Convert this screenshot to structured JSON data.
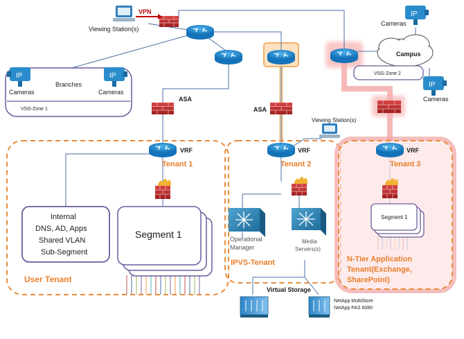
{
  "labels": {
    "vpn": "VPN",
    "viewing_station_top": "Viewing Station(s)",
    "viewing_station_mid": "Viewing Station(s)",
    "branches": "Branches",
    "cameras_left_1": "Cameras",
    "cameras_left_2": "Cameras",
    "cameras_top_right": "Cameras",
    "cameras_right": "Cameras",
    "vsg_zone_1": "VSG-Zone 1",
    "vsg_zone_2": "VSG-Zone 2",
    "campus": "Campus",
    "asa_left": "ASA",
    "asa_mid": "ASA",
    "vrf_1": "VRF",
    "vrf_2": "VRF",
    "vrf_3": "VRF",
    "tenant_1": "Tenant 1",
    "tenant_2": "Tenant 2",
    "tenant_3": "Tenant 3",
    "internal_box": [
      "Internal",
      "DNS, AD, Apps",
      "Shared VLAN",
      "Sub-Segment"
    ],
    "segment_1_large": "Segment 1",
    "segment_1_small": "Segment 1",
    "user_tenant": "User Tenant",
    "operational_manager": [
      "Operational",
      "Manager"
    ],
    "media_servers": [
      "Media",
      "Servers(s)"
    ],
    "ipvs_tenant": "IPVS-Tenant",
    "ntier": [
      "N-Tier Application",
      "Tenant(Exchange,",
      "SharePoint)"
    ],
    "virtual_storage": "Virtual Storage",
    "netapp_multistore": "NetApp MultiStore",
    "netapp_fas": "NetApp FAS 6080",
    "ip_badge": "IP"
  },
  "colors": {
    "router": "#1f8fd6",
    "firewall": "#b82a2a",
    "tenant_dash": "#e98b3a",
    "purple": "#6b5b9a",
    "red_highlight": "#e25b5b",
    "orange_highlight": "#f3c28a"
  }
}
